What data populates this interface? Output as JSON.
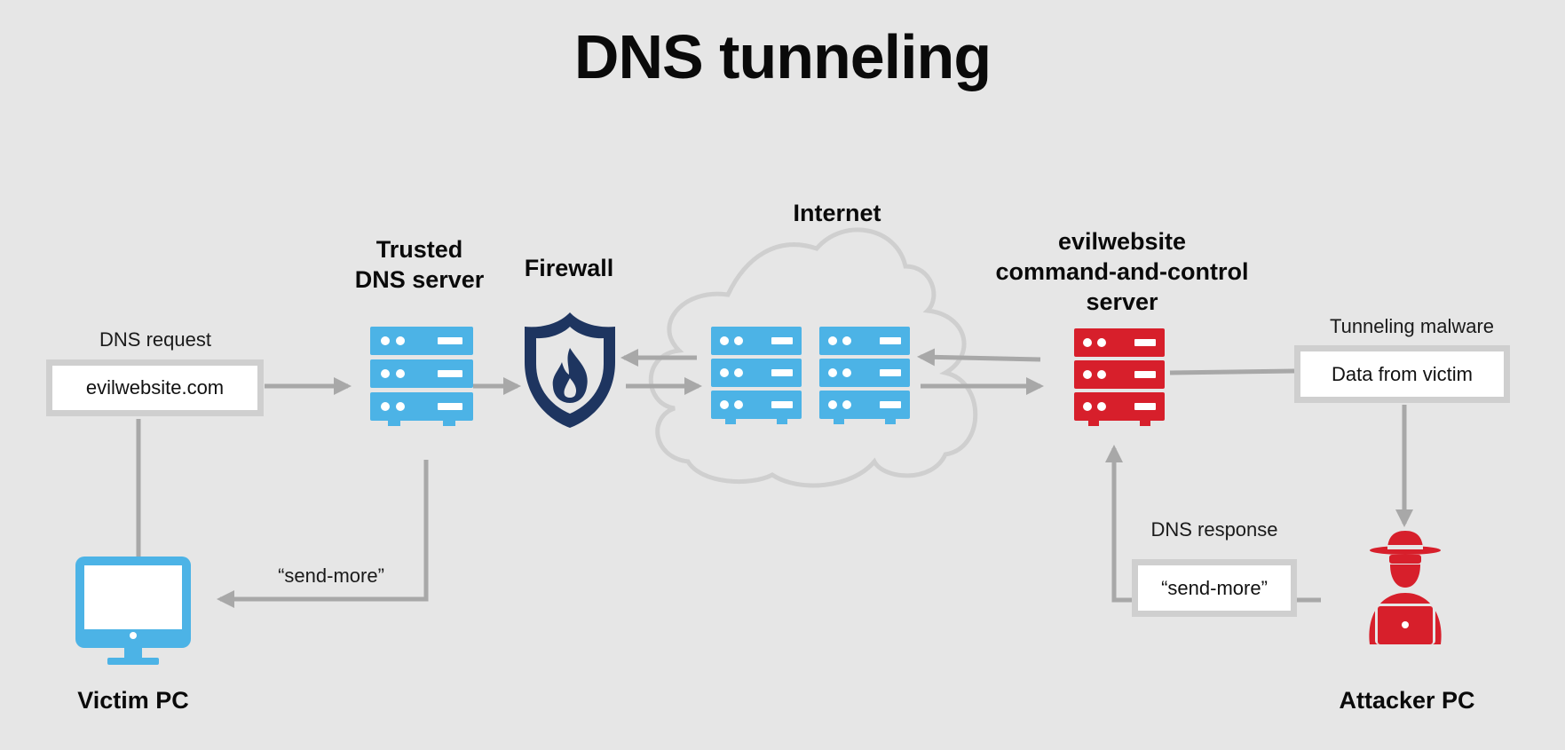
{
  "title": "DNS tunneling",
  "nodes": {
    "dns_server": "Trusted\nDNS server",
    "firewall": "Firewall",
    "internet": "Internet",
    "cnc_server": "evilwebsite\ncommand-and-control\nserver",
    "victim_pc": "Victim PC",
    "attacker_pc": "Attacker PC"
  },
  "labels": {
    "dns_request": "DNS request",
    "request_box": "evilwebsite.com",
    "send_more_left": "“send-more”",
    "tunneling_malware": "Tunneling malware",
    "data_box": "Data from victim",
    "dns_response": "DNS response",
    "response_box": "“send-more”"
  },
  "colors": {
    "background": "#e6e6e6",
    "trusted_server": "#4cb3e6",
    "firewall": "#1e3560",
    "evil_server": "#d71f2b",
    "attacker": "#d71f2b",
    "victim_pc": "#4cb3e6",
    "arrows": "#a8a8a8",
    "cloud": "#cfcfcf"
  },
  "icons": [
    "server-icon",
    "shield-flame-icon",
    "cloud-icon",
    "monitor-icon",
    "hacker-icon"
  ]
}
